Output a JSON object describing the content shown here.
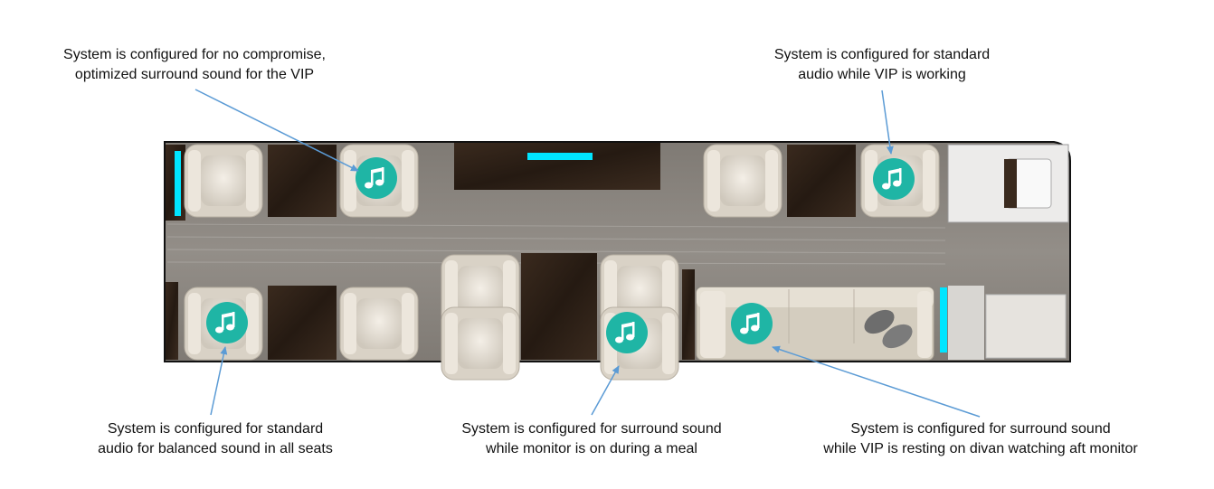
{
  "diagram": {
    "colors": {
      "accent_light": "#00e5ff",
      "music_badge": "#1fb5a5",
      "arrow": "#5b9bd5",
      "wood": "#2e2219",
      "carpet": "#8a8580",
      "seat": "#e8e2d8"
    },
    "icon": "music-note-icon",
    "captions": [
      {
        "id": "vip-surround",
        "lines": [
          "System is configured for no compromise,",
          "optimized surround sound for the VIP"
        ]
      },
      {
        "id": "vip-working",
        "lines": [
          "System is configured for standard",
          "audio while VIP is working"
        ]
      },
      {
        "id": "balanced",
        "lines": [
          "System is configured for standard",
          "audio for balanced sound in all seats"
        ]
      },
      {
        "id": "meal",
        "lines": [
          "System is configured for surround sound",
          "while monitor is on during a meal"
        ]
      },
      {
        "id": "divan",
        "lines": [
          "System is configured for surround sound",
          "while VIP is resting on divan watching aft monitor"
        ]
      }
    ]
  }
}
